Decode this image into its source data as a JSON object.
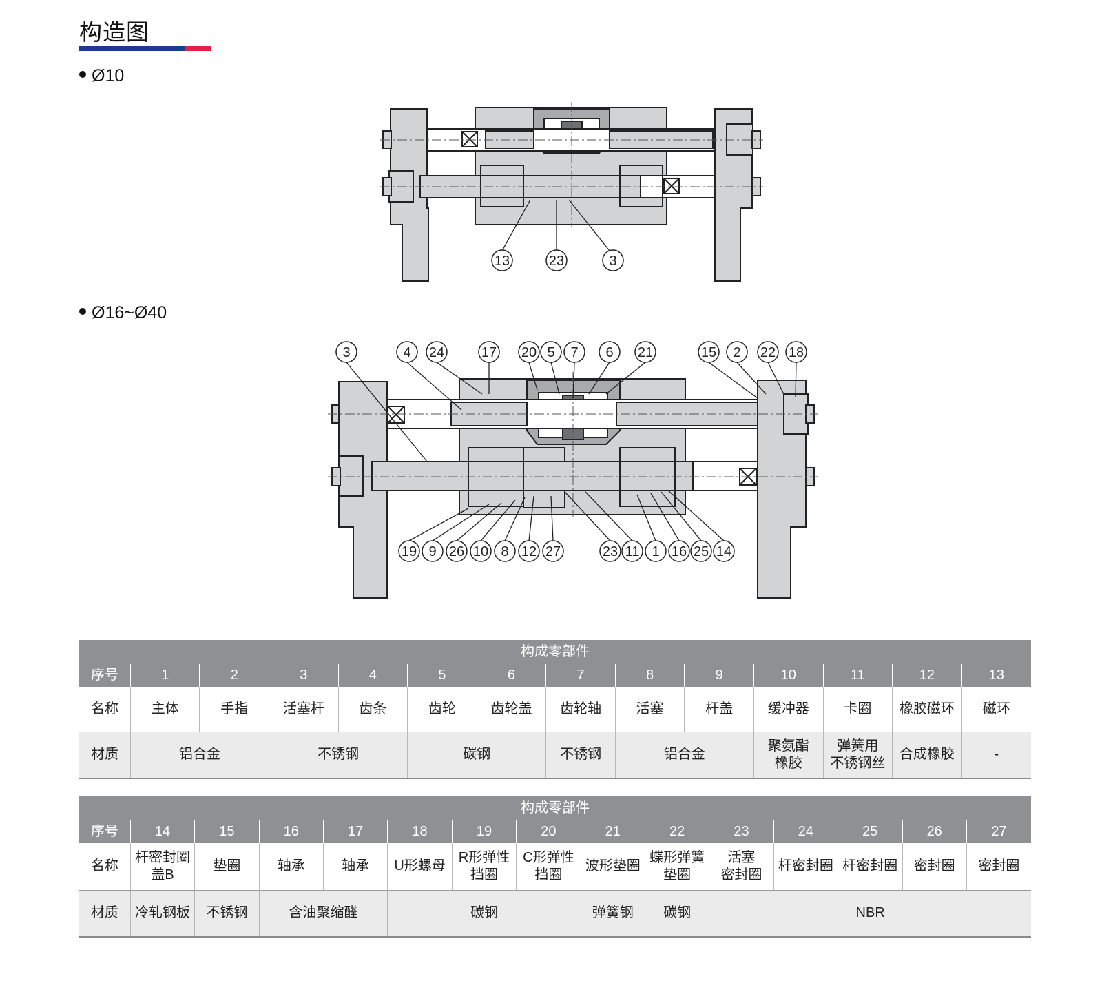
{
  "page": {
    "title": "构造图",
    "accent_blue": "#1d3a8f",
    "accent_red": "#e61e4a",
    "section1": "Ø10",
    "section2": "Ø16~Ø40"
  },
  "diagram_small": {
    "callouts": [
      "13",
      "23",
      "3"
    ]
  },
  "diagram_large": {
    "callouts_top": [
      "3",
      "4",
      "24",
      "17",
      "20",
      "5",
      "7",
      "6",
      "21",
      "15",
      "2",
      "22",
      "18"
    ],
    "callouts_bottom": [
      "19",
      "9",
      "26",
      "10",
      "8",
      "12",
      "27",
      "23",
      "11",
      "1",
      "16",
      "25",
      "14"
    ]
  },
  "table1": {
    "header": "构成零部件",
    "seq_label": "序号",
    "name_label": "名称",
    "material_label": "材质",
    "seq": [
      "1",
      "2",
      "3",
      "4",
      "5",
      "6",
      "7",
      "8",
      "9",
      "10",
      "11",
      "12",
      "13"
    ],
    "names": [
      "主体",
      "手指",
      "活塞杆",
      "齿条",
      "齿轮",
      "齿轮盖",
      "齿轮轴",
      "活塞",
      "杆盖",
      "缓冲器",
      "卡圈",
      "橡胶磁环",
      "磁环"
    ],
    "materials": [
      {
        "text": "铝合金",
        "span": 2
      },
      {
        "text": "不锈钢",
        "span": 2
      },
      {
        "text": "碳钢",
        "span": 2
      },
      {
        "text": "不锈钢",
        "span": 1
      },
      {
        "text": "铝合金",
        "span": 2
      },
      {
        "text": "聚氨酯\n橡胶",
        "span": 1
      },
      {
        "text": "弹簧用\n不锈钢丝",
        "span": 1
      },
      {
        "text": "合成橡胶",
        "span": 1
      },
      {
        "text": "-",
        "span": 1
      }
    ]
  },
  "table2": {
    "header": "构成零部件",
    "seq_label": "序号",
    "name_label": "名称",
    "material_label": "材质",
    "seq": [
      "14",
      "15",
      "16",
      "17",
      "18",
      "19",
      "20",
      "21",
      "22",
      "23",
      "24",
      "25",
      "26",
      "27"
    ],
    "names": [
      "杆密封圈\n盖B",
      "垫圈",
      "轴承",
      "轴承",
      "U形螺母",
      "R形弹性\n挡圈",
      "C形弹性\n挡圈",
      "波形垫圈",
      "蝶形弹簧\n垫圈",
      "活塞\n密封圈",
      "杆密封圈",
      "杆密封圈",
      "密封圈",
      "密封圈"
    ],
    "materials": [
      {
        "text": "冷轧钢板",
        "span": 1
      },
      {
        "text": "不锈钢",
        "span": 1
      },
      {
        "text": "含油聚缩醛",
        "span": 2
      },
      {
        "text": "碳钢",
        "span": 3
      },
      {
        "text": "弹簧钢",
        "span": 1
      },
      {
        "text": "碳钢",
        "span": 1
      },
      {
        "text": "NBR",
        "span": 5
      }
    ]
  }
}
